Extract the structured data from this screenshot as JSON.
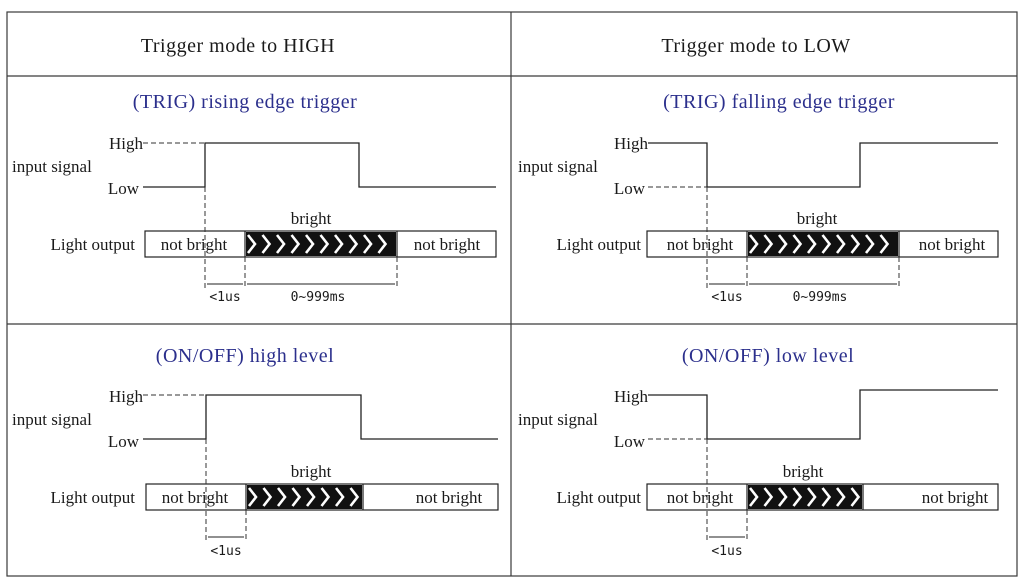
{
  "title_color": "#2b2f8c",
  "headers": [
    "Trigger mode to HIGH",
    "Trigger mode to LOW"
  ],
  "panels": [
    {
      "title": "(TRIG) rising edge trigger",
      "high_label": "High",
      "low_label": "Low",
      "input_label": "input signal",
      "output_label": "Light output",
      "bright_label": "bright",
      "not_bright_left": "not bright",
      "not_bright_right": "not bright",
      "delay_label": "<1us",
      "duration_label": "0~999ms"
    },
    {
      "title": "(TRIG) falling edge trigger",
      "high_label": "High",
      "low_label": "Low",
      "input_label": "input signal",
      "output_label": "Light output",
      "bright_label": "bright",
      "not_bright_left": "not bright",
      "not_bright_right": "not bright",
      "delay_label": "<1us",
      "duration_label": "0~999ms"
    },
    {
      "title": "(ON/OFF) high level",
      "high_label": "High",
      "low_label": "Low",
      "input_label": "input signal",
      "output_label": "Light output",
      "bright_label": "bright",
      "not_bright_left": "not bright",
      "not_bright_right": "not bright",
      "delay_label": "<1us"
    },
    {
      "title": "(ON/OFF) low level",
      "high_label": "High",
      "low_label": "Low",
      "input_label": "input signal",
      "output_label": "Light output",
      "bright_label": "bright",
      "not_bright_left": "not bright",
      "not_bright_right": "not bright",
      "delay_label": "<1us"
    }
  ]
}
